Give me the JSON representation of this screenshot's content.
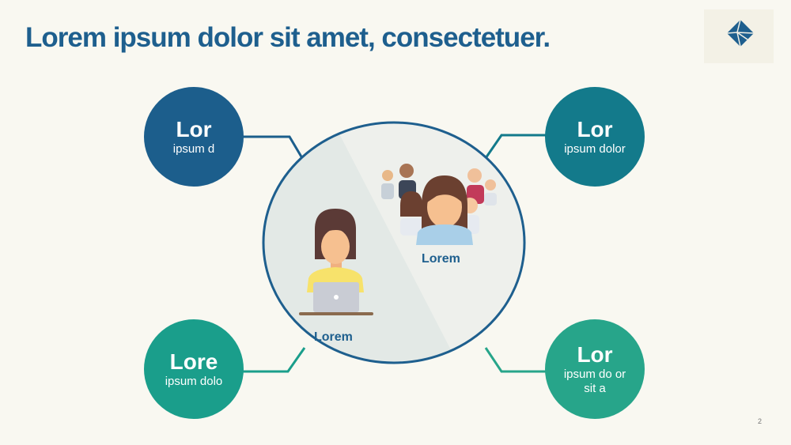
{
  "slide": {
    "title": "Lorem ipsum dolor sit amet, consectetuer.",
    "page_number": "2"
  },
  "nodes": {
    "top_left": {
      "heading": "Lor",
      "text": "ipsum d",
      "color": "#1c5e8c"
    },
    "top_right": {
      "heading": "Lor",
      "text": "ipsum dolor",
      "color": "#137a8b"
    },
    "bottom_left": {
      "heading": "Lore",
      "text": "ipsum dolo",
      "color": "#1a9e8b"
    },
    "bottom_right": {
      "heading": "Lor",
      "text": "ipsum do or sit a",
      "color": "#27a58a"
    }
  },
  "hub": {
    "left_label": "Lorem",
    "right_label": "Lorem",
    "left_icon": "person-with-laptop-icon",
    "right_icon": "group-of-people-icon",
    "ring_color": "#1e5f8e"
  },
  "logo_icon": "geometric-diamond-logo-icon"
}
